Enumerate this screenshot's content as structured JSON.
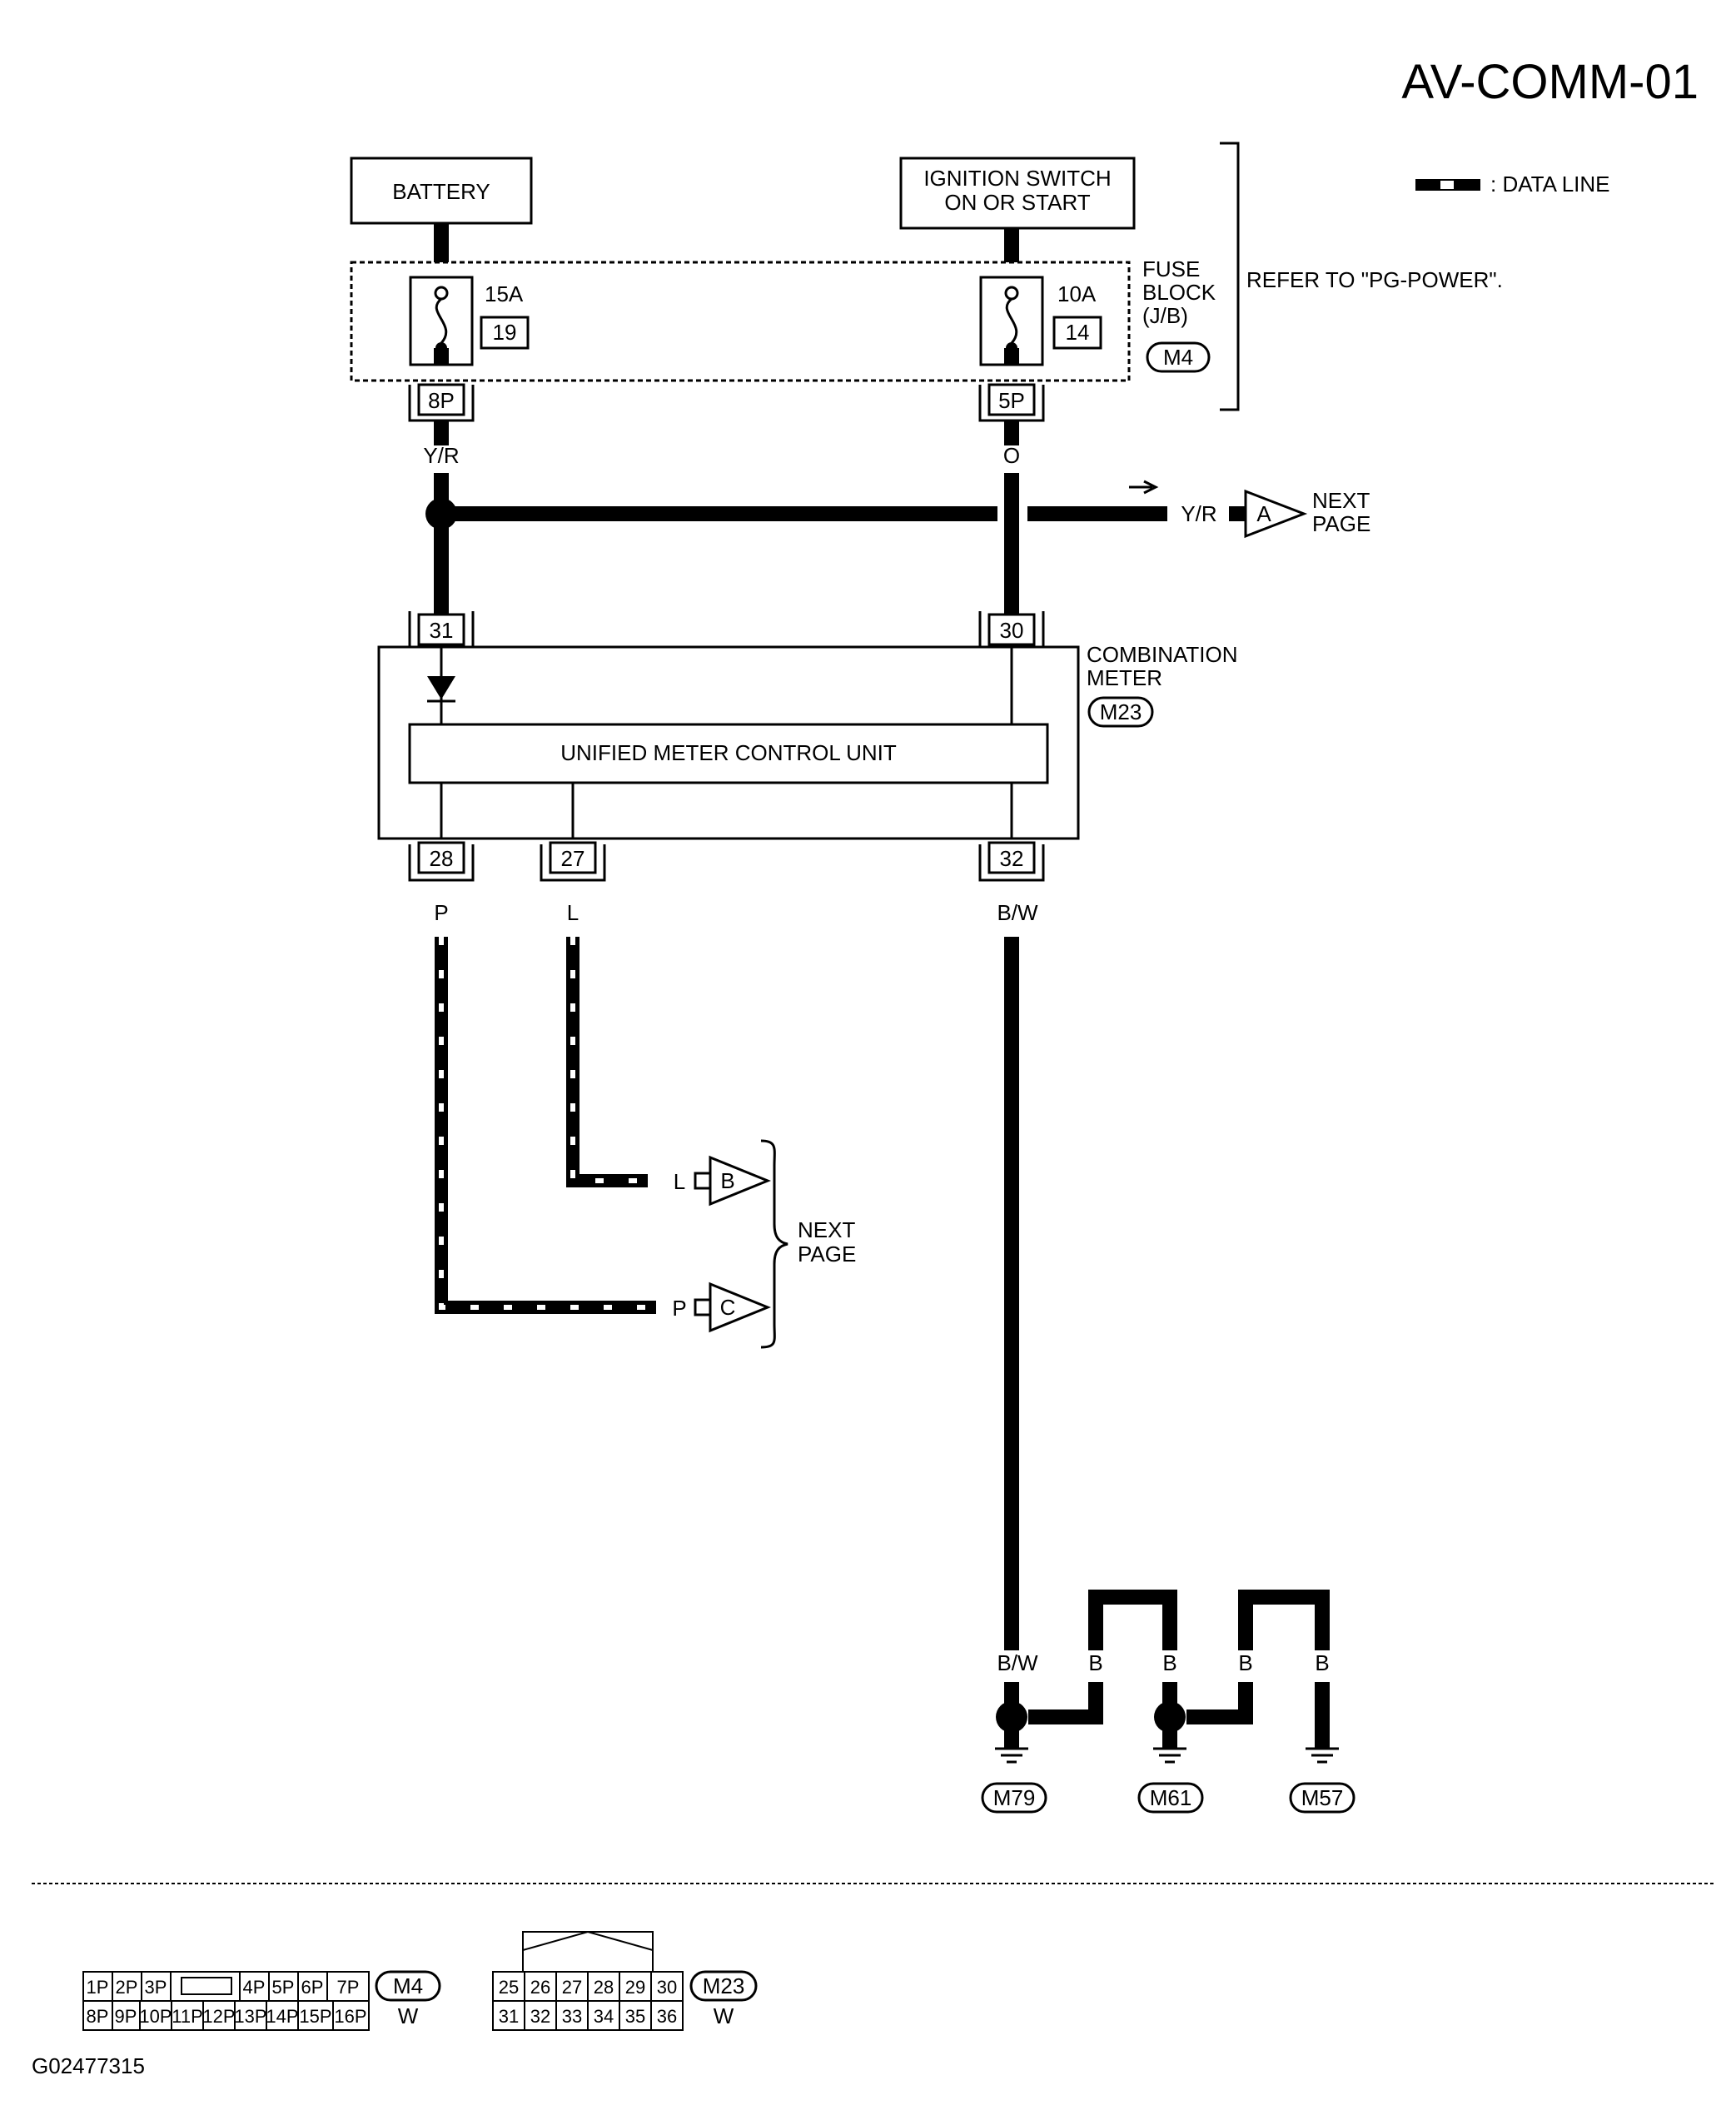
{
  "page_code": "AV-COMM-01",
  "figure_id": "G02477315",
  "legend": {
    "data_line_label": ": DATA LINE"
  },
  "power_sources": {
    "battery": "BATTERY",
    "ignition_line1": "IGNITION SWITCH",
    "ignition_line2": "ON OR START"
  },
  "fuse_block": {
    "label_line1": "FUSE",
    "label_line2": "BLOCK",
    "label_line3": "(J/B)",
    "connector": "M4",
    "refer_note": "REFER TO \"PG-POWER\".",
    "fuses": [
      {
        "rating": "15A",
        "number": "19",
        "terminal": "8P"
      },
      {
        "rating": "10A",
        "number": "14",
        "terminal": "5P"
      }
    ]
  },
  "wire_colors": {
    "battery_out": "Y/R",
    "ignition_out": "O",
    "splice_out": "Y/R",
    "pin28": "P",
    "pin27": "L",
    "pin32": "B/W",
    "ground_bw": "B/W",
    "ground_b": "B",
    "to_b": "L",
    "to_c": "P"
  },
  "offpage": {
    "a": "A",
    "b": "B",
    "c": "C",
    "next_line1": "NEXT",
    "next_line2": "PAGE"
  },
  "combination_meter": {
    "label_line1": "COMBINATION",
    "label_line2": "METER",
    "connector": "M23",
    "control_unit": "UNIFIED METER CONTROL UNIT",
    "pins": {
      "in_left": "31",
      "in_right": "30",
      "out_p": "28",
      "out_l": "27",
      "out_bw": "32"
    }
  },
  "grounds": [
    "M79",
    "M61",
    "M57"
  ],
  "connector_views": {
    "m4": {
      "name": "M4",
      "color": "W",
      "top_row": [
        "1P",
        "2P",
        "3P",
        "",
        "4P",
        "5P",
        "6P",
        "7P"
      ],
      "bottom_row": [
        "8P",
        "9P",
        "10P",
        "11P",
        "12P",
        "13P",
        "14P",
        "15P",
        "16P"
      ]
    },
    "m23": {
      "name": "M23",
      "color": "W",
      "top_row": [
        "25",
        "26",
        "27",
        "28",
        "29",
        "30"
      ],
      "bottom_row": [
        "31",
        "32",
        "33",
        "34",
        "35",
        "36"
      ]
    }
  }
}
